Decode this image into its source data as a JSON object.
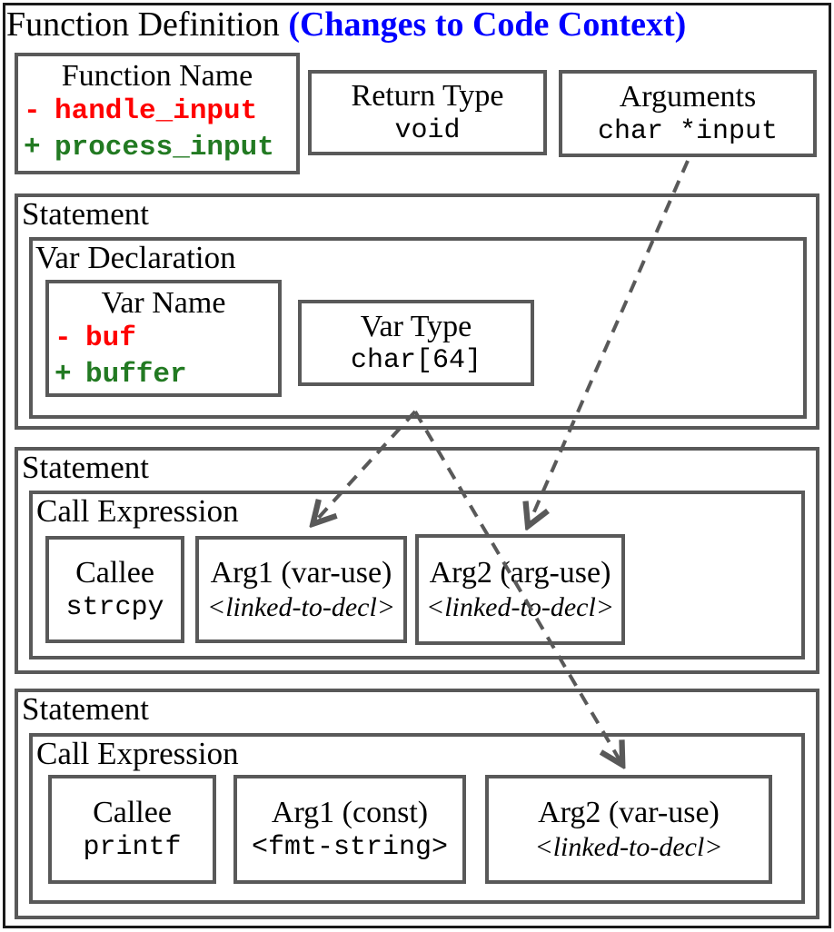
{
  "title": {
    "prefix": "Function Definition ",
    "emphasis": "(Changes to Code Context)"
  },
  "colors": {
    "box_border": "#595959",
    "outer_border": "#1a1a1a",
    "diff_removed": "#ff0000",
    "diff_added": "#227a22",
    "title_emphasis": "#0000ff",
    "arrow": "#595959"
  },
  "header_boxes": {
    "function_name": {
      "label": "Function Name",
      "removed_sign": "-",
      "removed_name": "handle_input",
      "added_sign": "+",
      "added_name": "process_input"
    },
    "return_type": {
      "label": "Return Type",
      "value": "void"
    },
    "arguments": {
      "label": "Arguments",
      "value": "char *input"
    }
  },
  "statements": [
    {
      "label": "Statement",
      "var_declaration": {
        "label": "Var Declaration",
        "var_name": {
          "label": "Var Name",
          "removed_sign": "-",
          "removed_name": "buf",
          "added_sign": "+",
          "added_name": "buffer"
        },
        "var_type": {
          "label": "Var Type",
          "value": "char[64]"
        }
      }
    },
    {
      "label": "Statement",
      "call_expression": {
        "label": "Call Expression",
        "callee": {
          "label": "Callee",
          "value": "strcpy"
        },
        "arg1": {
          "label": "Arg1 (var-use)",
          "value": "<linked-to-decl>"
        },
        "arg2": {
          "label": "Arg2 (arg-use)",
          "value": "<linked-to-decl>"
        }
      }
    },
    {
      "label": "Statement",
      "call_expression": {
        "label": "Call Expression",
        "callee": {
          "label": "Callee",
          "value": "printf"
        },
        "arg1": {
          "label": "Arg1 (const)",
          "value": "<fmt-string>"
        },
        "arg2": {
          "label": "Arg2 (var-use)",
          "value": "<linked-to-decl>"
        }
      }
    }
  ],
  "links": [
    {
      "from": "arguments",
      "to": "strcpy-arg2"
    },
    {
      "from": "var-declaration",
      "to": "strcpy-arg1"
    },
    {
      "from": "var-declaration",
      "to": "printf-arg2"
    }
  ]
}
